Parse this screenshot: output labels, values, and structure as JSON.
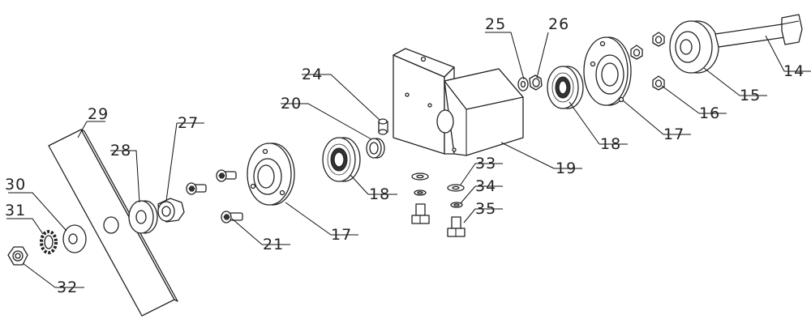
{
  "labels": {
    "n29": "29",
    "n30": "30",
    "n31": "31",
    "n32": "32",
    "n28": "28",
    "n27": "27",
    "n21": "21",
    "n17a": "17",
    "n20": "20",
    "n24": "24",
    "n18a": "18",
    "n19": "19",
    "n33": "33",
    "n34": "34",
    "n35": "35",
    "n25": "25",
    "n26": "26",
    "n18b": "18",
    "n17b": "17",
    "n16": "16",
    "n15": "15",
    "n14": "14"
  }
}
